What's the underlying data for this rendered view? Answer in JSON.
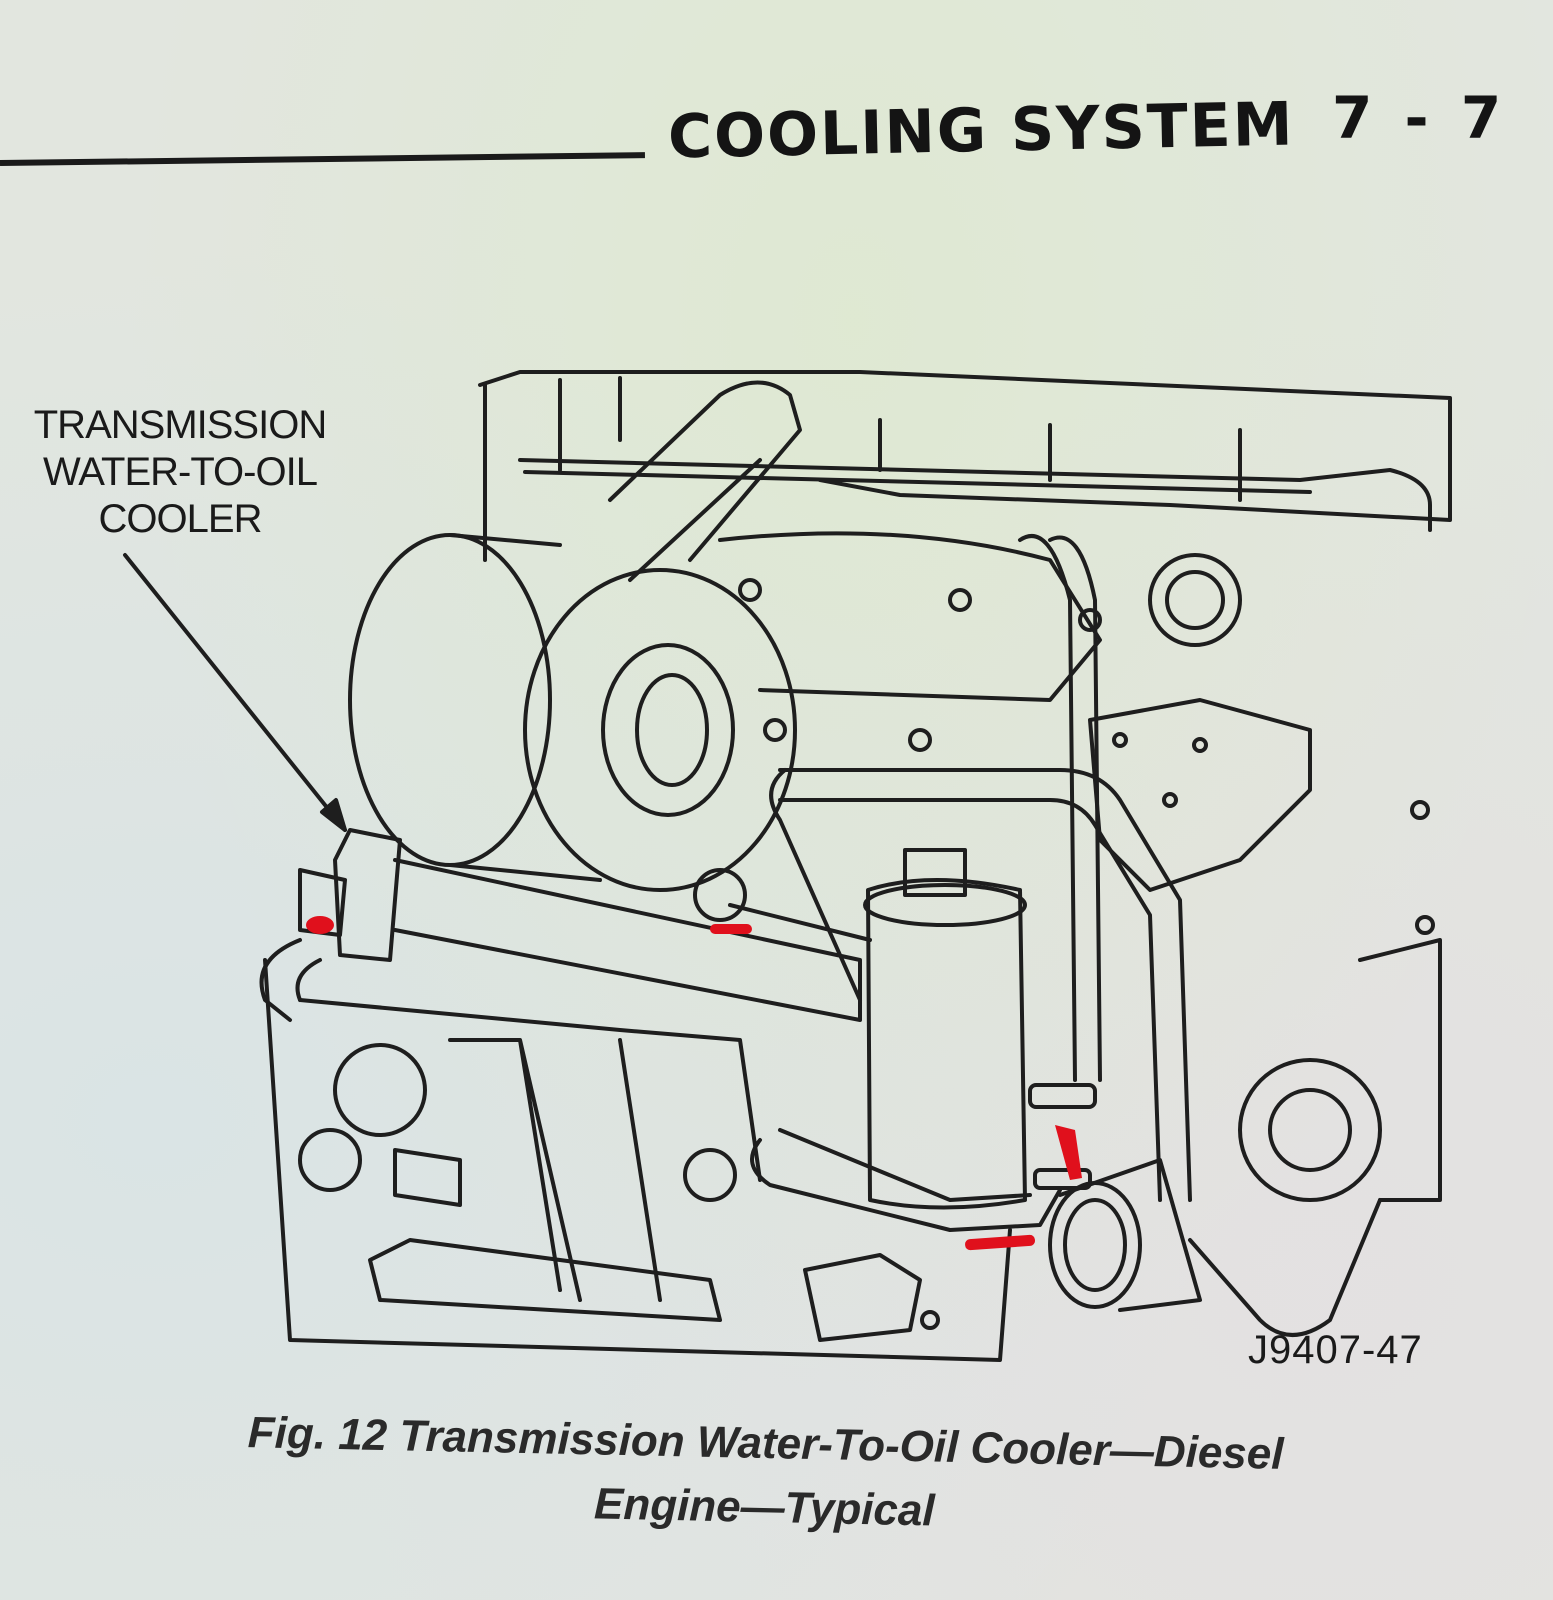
{
  "header": {
    "section_title": "COOLING SYSTEM",
    "page_number": "7 - 7"
  },
  "diagram": {
    "callout_label_lines": [
      "TRANSMISSION",
      "WATER-TO-OIL",
      "COOLER"
    ],
    "figure_id": "J9407-47",
    "markup_color": "#e0101c"
  },
  "caption": {
    "line1": "Fig. 12 Transmission Water-To-Oil Cooler—Diesel",
    "line2": "Engine—Typical"
  }
}
